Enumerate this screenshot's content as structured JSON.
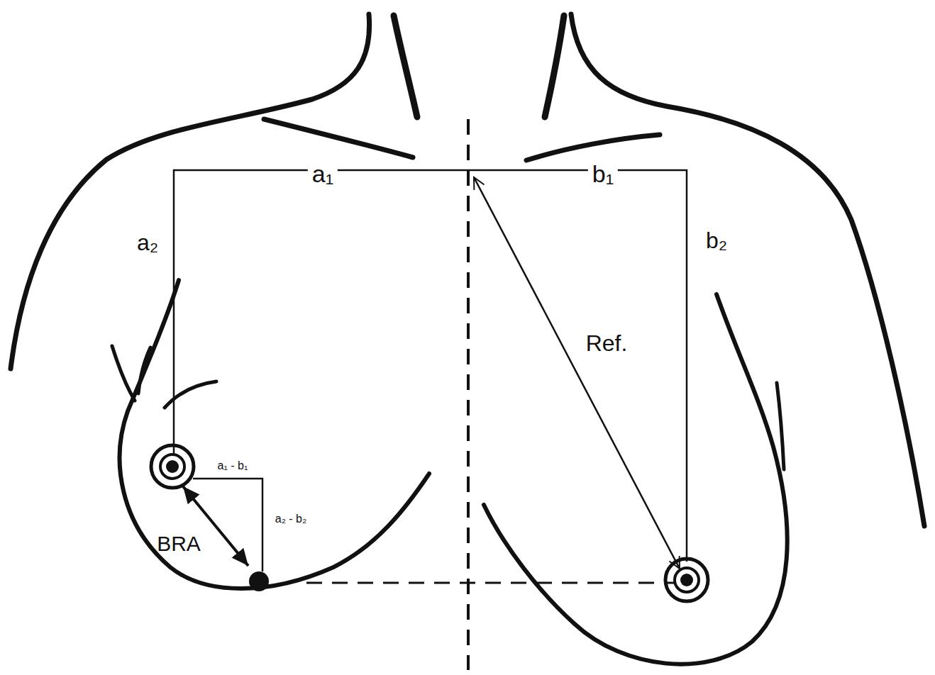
{
  "diagram": {
    "labels": [
      "a₁",
      "b₁",
      "a₂",
      "b₂",
      "Ref.",
      "a₁ - b₁",
      "a₂ - b₂",
      "BRA"
    ]
  }
}
